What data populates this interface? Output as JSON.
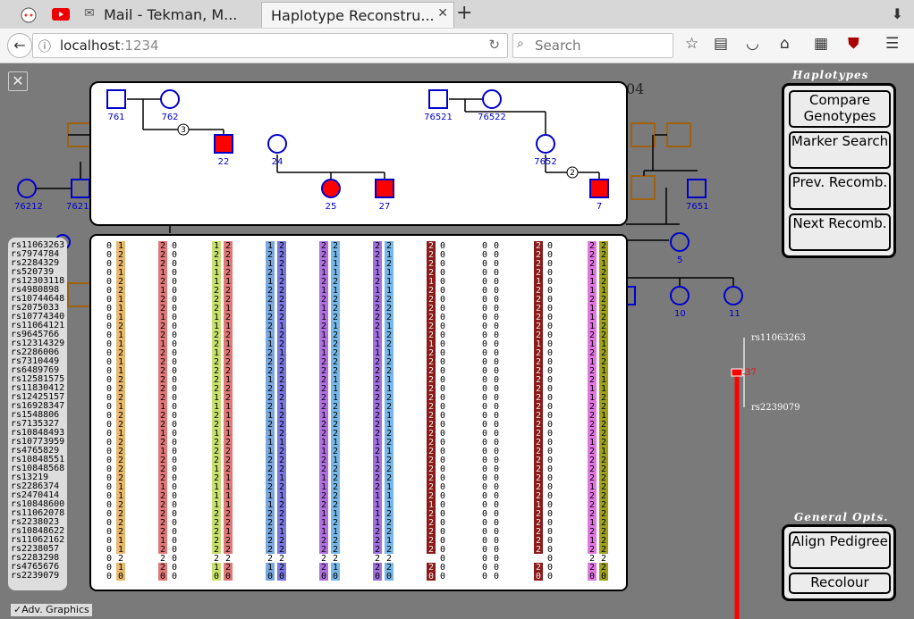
{
  "browser": {
    "tabs": [
      {
        "title": "Mail - Tekman, M...",
        "active": false
      },
      {
        "title": "Haplotype Reconstru...",
        "active": true
      }
    ],
    "new_tab_label": "+",
    "url_host": "localhost",
    "url_port": ":1234",
    "search_placeholder": "Search"
  },
  "pedigree": {
    "partial_id": "04",
    "people": [
      {
        "id": "761",
        "sex": "male",
        "affected": false
      },
      {
        "id": "762",
        "sex": "female",
        "affected": false
      },
      {
        "id": "22",
        "sex": "male",
        "affected": true
      },
      {
        "id": "24",
        "sex": "female",
        "affected": false
      },
      {
        "id": "25",
        "sex": "female",
        "affected": true
      },
      {
        "id": "27",
        "sex": "male",
        "affected": true
      },
      {
        "id": "76521",
        "sex": "male",
        "affected": false
      },
      {
        "id": "76522",
        "sex": "female",
        "affected": false
      },
      {
        "id": "7652",
        "sex": "female",
        "affected": false
      },
      {
        "id": "7",
        "sex": "male",
        "affected": true
      }
    ],
    "consanguinity": [
      "3",
      "2"
    ],
    "background_people": [
      "76212",
      "7621",
      "7651",
      "5",
      "10",
      "11"
    ]
  },
  "markers": [
    "rs11063263",
    "rs7974784",
    "rs2284329",
    "rs520739",
    "rs12303118",
    "rs4980898",
    "rs10744648",
    "rs2075033",
    "rs10774340",
    "rs11064121",
    "rs9645766",
    "rs12314329",
    "rs2286006",
    "rs7310449",
    "rs6489769",
    "rs12581575",
    "rs11830412",
    "rs12425157",
    "rs16928347",
    "rs1548806",
    "rs7135327",
    "rs10848493",
    "rs10773959",
    "rs4765829",
    "rs10848551",
    "rs10848568",
    "rs13219",
    "rs2286374",
    "rs2470414",
    "rs10848600",
    "rs11062078",
    "rs2238023",
    "rs10848622",
    "rs11062162",
    "rs2238057",
    "rs2283298",
    "rs4765676",
    "rs2239079"
  ],
  "haplotype_columns": [
    {
      "a": "00000000000000000000000000000000000000",
      "b": "12212211121121122212212222211222211210",
      "color_a": "",
      "color_b": "#e8b86d"
    },
    {
      "a": "22212122122122222212212122212222212220",
      "b": "00000000000000000000000000000000000000",
      "color_a": "#e07878",
      "color_b": ""
    },
    {
      "a": "12111222112212222112212221211122222210",
      "b": "22121221212122212211112222111122122220",
      "color_a": "#c8e070",
      "color_b": "#e07878"
    },
    {
      "a": "12121221221122212221211122221122222210",
      "b": "22212222212212222212221222121222122220",
      "color_a": "#78a8e0",
      "color_b": "#7878e0"
    },
    {
      "a": "22212121121112222221221122112211122220",
      "b": "21112122212222211122221212222212122210",
      "color_a": "#b070e0",
      "color_b": "#78b8e8"
    },
    {
      "a": "22112122221112222222221212221111222220",
      "b": "21211122212212211221122122211122212220",
      "color_a": "#a070e0",
      "color_b": "#78b8e8"
    },
    {
      "a": "22221222222122222222222222222122222220",
      "b": "00000000000000000000000000000000000000",
      "color_a": "#8b1a1a",
      "color_b": ""
    },
    {
      "a": "00000000000000000000000000000000000000",
      "b": "00000000000000000000000000000000000000",
      "color_a": "",
      "color_b": ""
    },
    {
      "a": "22221222222122222222222222222122222220",
      "b": "00000000000000000000000000000000000000",
      "color_a": "#8b1a1a",
      "color_b": ""
    },
    {
      "a": "22211121112121221122221222212221212220",
      "b": "22122122222122111221222122222222222220",
      "color_a": "#e078e0",
      "color_b": "#a0a020"
    }
  ],
  "slider": {
    "top_marker": "rs11063263",
    "bottom_marker": "rs2239079",
    "value": "37",
    "color": "#ff0000"
  },
  "haplotypes_panel": {
    "title": "Haplotypes",
    "buttons": [
      "Compare Genotypes",
      "Marker Search",
      "Prev. Recomb.",
      "Next Recomb."
    ]
  },
  "general_panel": {
    "title": "General Opts.",
    "buttons": [
      "Align Pedigree",
      "Recolour"
    ]
  },
  "adv_graphics_label": "Adv. Graphics",
  "colors": {
    "pedigree_stroke": "#0000cc",
    "affected_fill": "#ff0000",
    "background_brown": "#a0620e"
  }
}
